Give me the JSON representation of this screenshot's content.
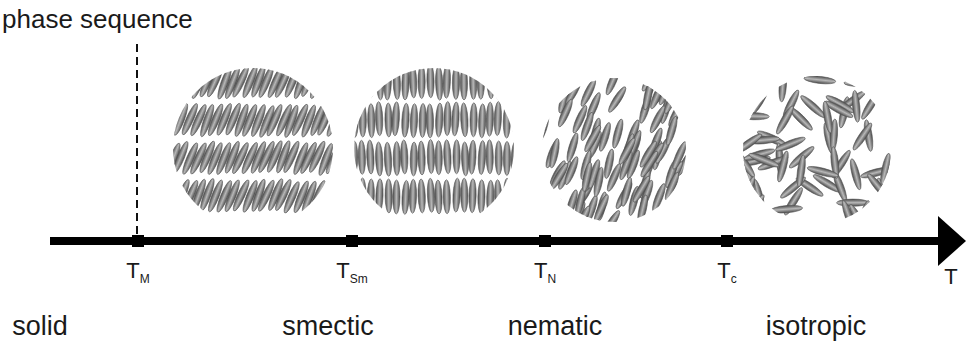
{
  "diagram": {
    "title": "phase sequence",
    "labels": [
      "TM",
      "TSm",
      "TN",
      "Tc",
      "T",
      "solid",
      "smectic",
      "nematic",
      "isotropic"
    ]
  }
}
